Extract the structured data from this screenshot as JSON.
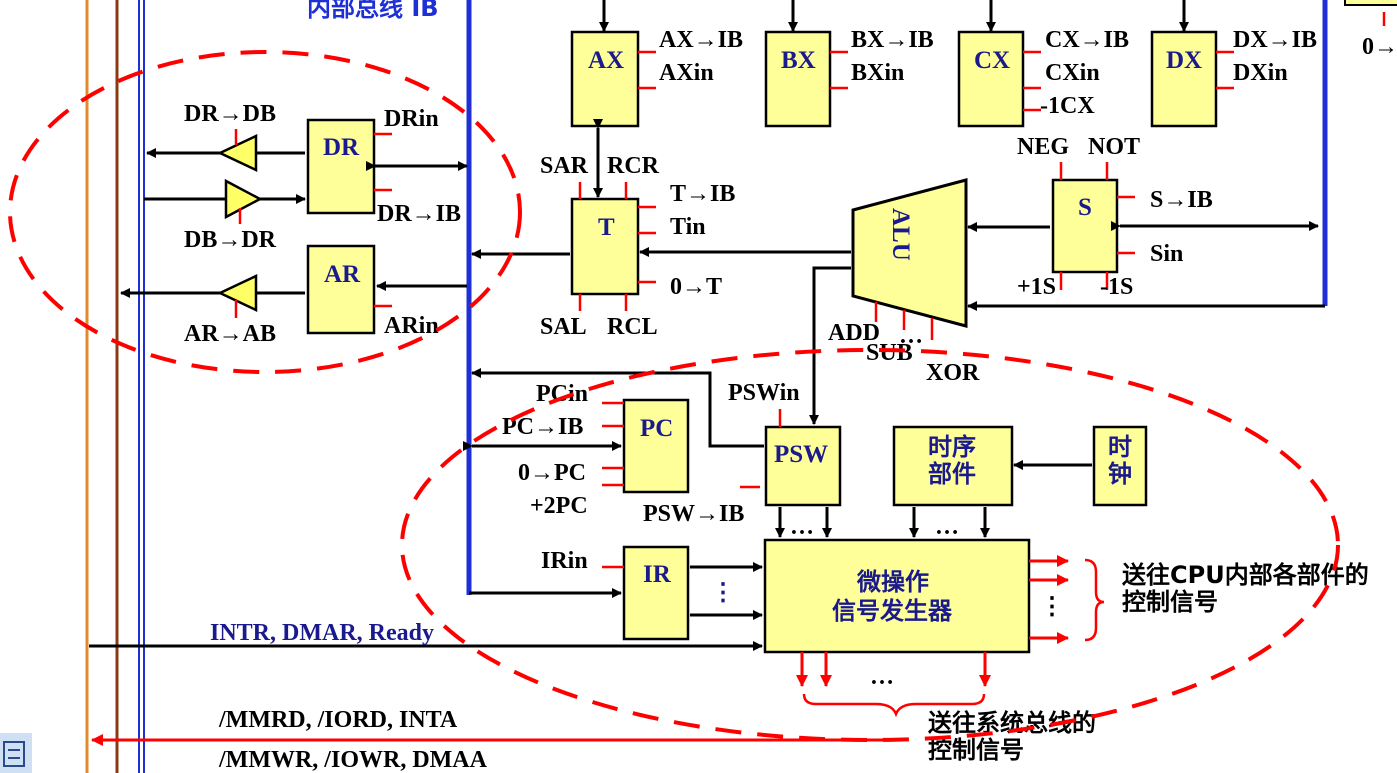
{
  "internal_bus_title": "内部总线 IB",
  "registers": {
    "AX": {
      "name": "AX",
      "sig1": "AX→IB",
      "sig2": "AXin"
    },
    "BX": {
      "name": "BX",
      "sig1": "BX→IB",
      "sig2": "BXin"
    },
    "CX": {
      "name": "CX",
      "sig1": "CX→IB",
      "sig2": "CXin",
      "sig3": "-1CX"
    },
    "DX": {
      "name": "DX",
      "sig1": "DX→IB",
      "sig2": "DXin"
    },
    "DR": {
      "name": "DR",
      "sig_in": "DRin",
      "sig_out": "DR→IB",
      "to_db": "DR→DB",
      "from_db": "DB→DR"
    },
    "AR": {
      "name": "AR",
      "sig_in": "ARin",
      "to_ab": "AR→AB"
    },
    "T": {
      "name": "T",
      "sig1": "T→IB",
      "sig2": "Tin",
      "sig3": "0→T",
      "sar": "SAR",
      "rcr": "RCR",
      "sal": "SAL",
      "rcl": "RCL"
    },
    "S": {
      "name": "S",
      "neg": "NEG",
      "not": "NOT",
      "sig1": "S→IB",
      "sig2": "Sin",
      "plus": "+1S",
      "minus": "-1S"
    },
    "PC": {
      "name": "PC",
      "sig1": "PCin",
      "sig2": "PC→IB",
      "sig3": "0→PC",
      "sig4": "+2PC"
    },
    "PSW": {
      "name": "PSW",
      "sig_in": "PSWin",
      "sig_out": "PSW→IB"
    },
    "IR": {
      "name": "IR",
      "sig_in": "IRin"
    }
  },
  "alu": {
    "name": "ALU",
    "add": "ADD",
    "sub": "SUB",
    "xor": "XOR",
    "more": "…"
  },
  "top_right_partial": "0→",
  "timing": {
    "line1": "时序",
    "line2": "部件"
  },
  "clock": {
    "line1": "时",
    "line2": "钟"
  },
  "microop": {
    "line1": "微操作",
    "line2": "信号发生器"
  },
  "dots": {
    "h": "…",
    "v": "⋮"
  },
  "interrupt_signals": "INTR,  DMAR, Ready",
  "to_cpu_note": {
    "line1": "送往CPU内部各部件的",
    "line2": "控制信号"
  },
  "to_sysbus_note": {
    "line1": "送往系统总线的",
    "line2": "控制信号"
  },
  "bus_signals_1": "/MMRD,  /IORD,  INTA",
  "bus_signals_2": "/MMWR,  /IOWR,  DMAA"
}
